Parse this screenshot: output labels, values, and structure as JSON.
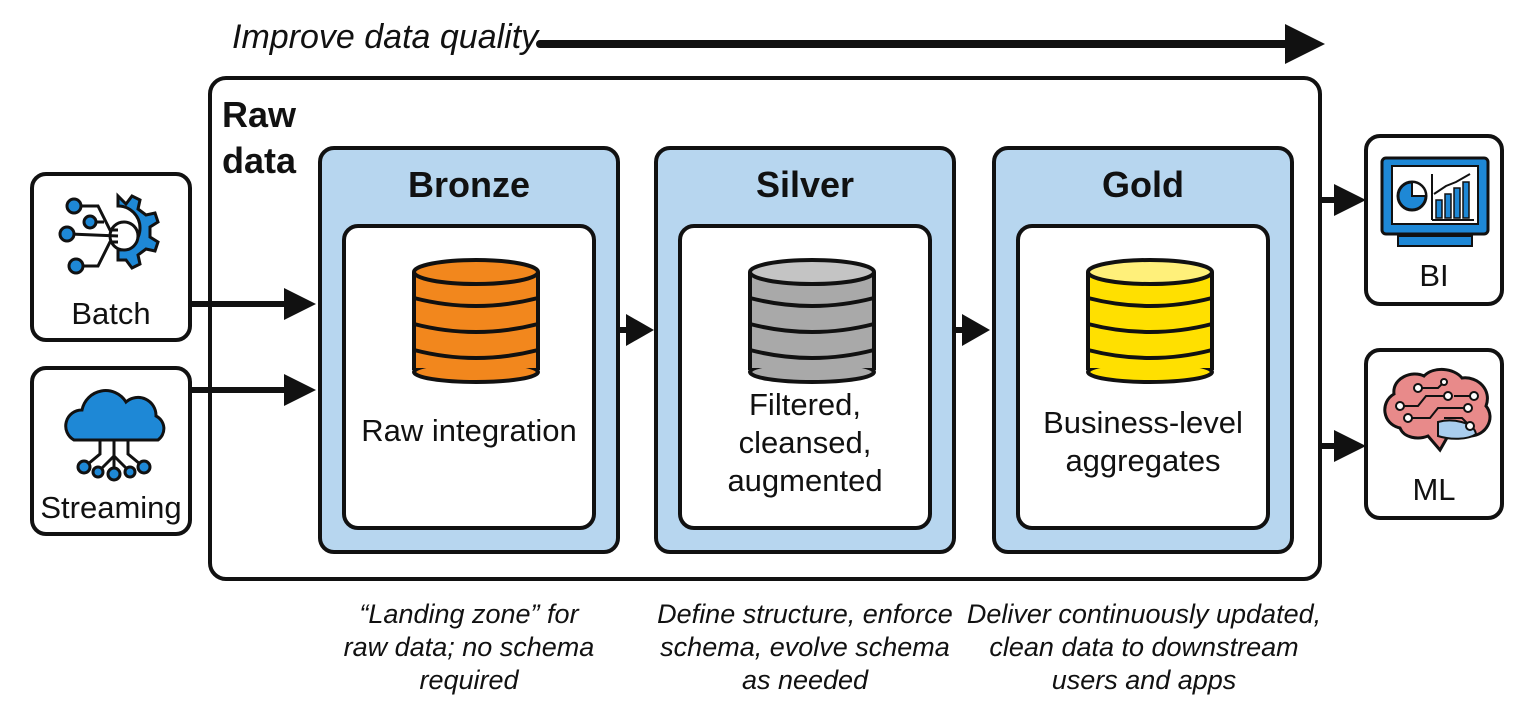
{
  "header": {
    "quality_label": "Improve data quality"
  },
  "container": {
    "title_line1": "Raw",
    "title_line2": "data"
  },
  "sources": [
    {
      "label": "Batch",
      "icon": "batch-gear-network-icon"
    },
    {
      "label": "Streaming",
      "icon": "cloud-network-icon"
    }
  ],
  "stages": [
    {
      "title": "Bronze",
      "description_lines": [
        "Raw integration"
      ],
      "color": "#f2871d",
      "caption_lines": [
        "“Landing zone” for",
        "raw data; no schema",
        "required"
      ]
    },
    {
      "title": "Silver",
      "description_lines": [
        "Filtered,",
        "cleansed,",
        "augmented"
      ],
      "color": "#a9a9a9",
      "caption_lines": [
        "Define structure, enforce",
        "schema, evolve schema",
        "as needed"
      ]
    },
    {
      "title": "Gold",
      "description_lines": [
        "Business-level",
        "aggregates"
      ],
      "color": "#ffe000",
      "caption_lines": [
        "Deliver continuously updated,",
        "clean data to downstream",
        "users and apps"
      ]
    }
  ],
  "outputs": [
    {
      "label": "BI",
      "icon": "dashboard-monitor-icon"
    },
    {
      "label": "ML",
      "icon": "brain-circuit-icon"
    }
  ],
  "colors": {
    "stage_fill": "#b7d6ef",
    "accent_blue": "#1e88d6"
  }
}
